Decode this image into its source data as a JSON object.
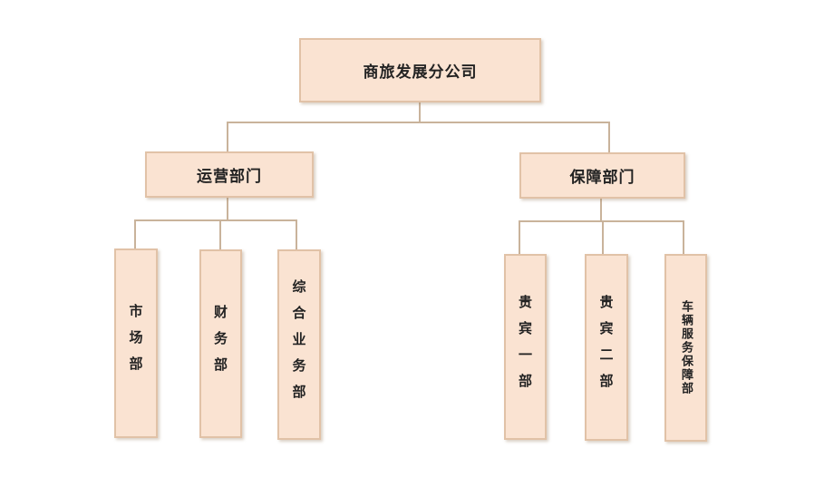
{
  "root": {
    "label": "商旅发展分公司"
  },
  "departments": [
    {
      "label": "运营部门",
      "units": [
        {
          "label": "市场部"
        },
        {
          "label": "财务部"
        },
        {
          "label": "综合业务部"
        }
      ]
    },
    {
      "label": "保障部门",
      "units": [
        {
          "label": "贵宾一部"
        },
        {
          "label": "贵宾二部"
        },
        {
          "label": "车辆服务保障部"
        }
      ]
    }
  ],
  "colors": {
    "box_fill": "#fae3d2",
    "box_border": "#e1c2a7",
    "connector": "#c9b39b"
  }
}
